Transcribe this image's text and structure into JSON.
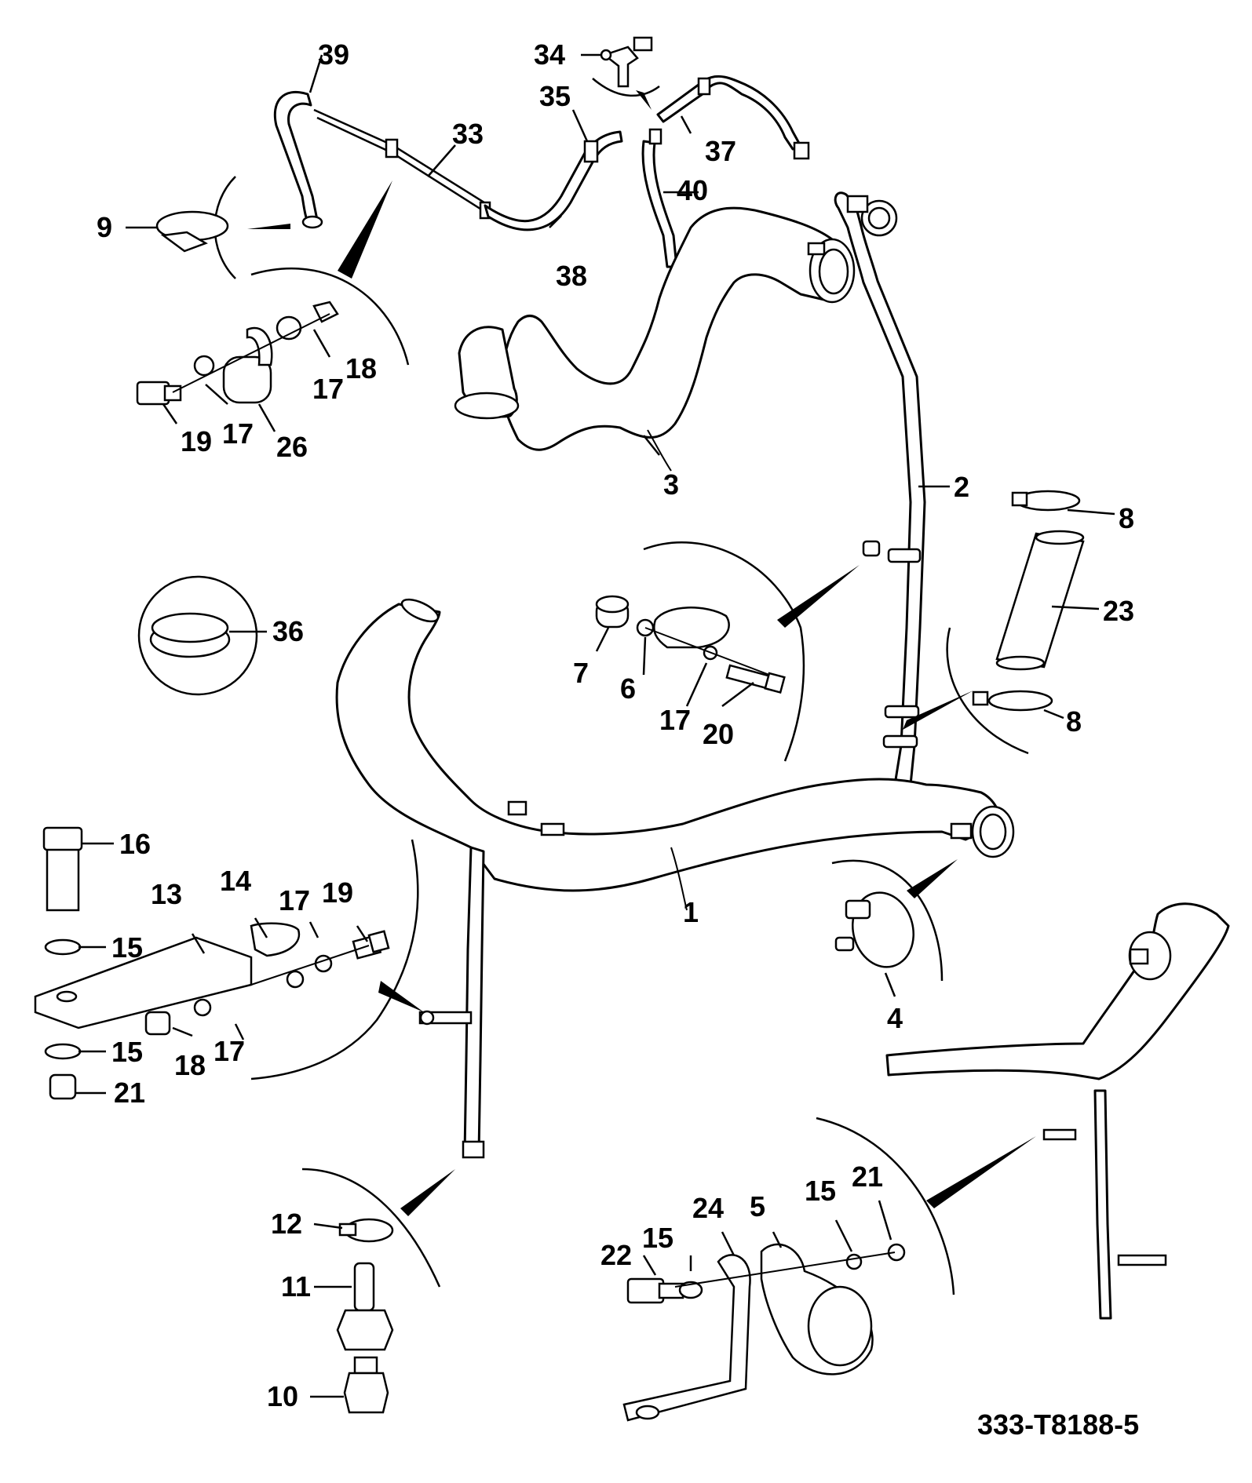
{
  "diagram": {
    "reference_code": "333-T8188-5",
    "labels": [
      {
        "id": "n1",
        "text": "1"
      },
      {
        "id": "n2",
        "text": "2"
      },
      {
        "id": "n3",
        "text": "3"
      },
      {
        "id": "n4",
        "text": "4"
      },
      {
        "id": "n5",
        "text": "5"
      },
      {
        "id": "n6",
        "text": "6"
      },
      {
        "id": "n7",
        "text": "7"
      },
      {
        "id": "n8a",
        "text": "8"
      },
      {
        "id": "n8b",
        "text": "8"
      },
      {
        "id": "n9",
        "text": "9"
      },
      {
        "id": "n10",
        "text": "10"
      },
      {
        "id": "n11",
        "text": "11"
      },
      {
        "id": "n12",
        "text": "12"
      },
      {
        "id": "n13",
        "text": "13"
      },
      {
        "id": "n14",
        "text": "14"
      },
      {
        "id": "n15a",
        "text": "15"
      },
      {
        "id": "n15b",
        "text": "15"
      },
      {
        "id": "n15c",
        "text": "15"
      },
      {
        "id": "n15d",
        "text": "15"
      },
      {
        "id": "n16",
        "text": "16"
      },
      {
        "id": "n17a",
        "text": "17"
      },
      {
        "id": "n17b",
        "text": "17"
      },
      {
        "id": "n17c",
        "text": "17"
      },
      {
        "id": "n17d",
        "text": "17"
      },
      {
        "id": "n17e",
        "text": "17"
      },
      {
        "id": "n18a",
        "text": "18"
      },
      {
        "id": "n18b",
        "text": "18"
      },
      {
        "id": "n19a",
        "text": "19"
      },
      {
        "id": "n19b",
        "text": "19"
      },
      {
        "id": "n20",
        "text": "20"
      },
      {
        "id": "n21a",
        "text": "21"
      },
      {
        "id": "n21b",
        "text": "21"
      },
      {
        "id": "n22",
        "text": "22"
      },
      {
        "id": "n23",
        "text": "23"
      },
      {
        "id": "n24",
        "text": "24"
      },
      {
        "id": "n26",
        "text": "26"
      },
      {
        "id": "n33",
        "text": "33"
      },
      {
        "id": "n34",
        "text": "34"
      },
      {
        "id": "n35",
        "text": "35"
      },
      {
        "id": "n36",
        "text": "36"
      },
      {
        "id": "n37",
        "text": "37"
      },
      {
        "id": "n38",
        "text": "38"
      },
      {
        "id": "n39",
        "text": "39"
      },
      {
        "id": "n40",
        "text": "40"
      }
    ]
  }
}
